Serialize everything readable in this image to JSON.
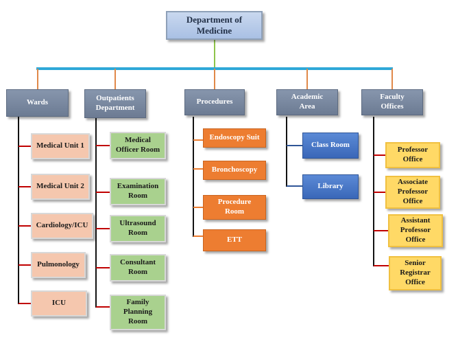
{
  "colors": {
    "root_connector": "#8ec44a",
    "main_bar": "#2ea8d8",
    "head_connector": "#e08848",
    "sub_connector": "#111111",
    "item_connector": "#c00000",
    "proc_connector": "#ed7d31",
    "acad_connector": "#2f5597"
  },
  "root": {
    "label": "Department of\nMedicine"
  },
  "departments": [
    {
      "key": "wards",
      "label": "Wards",
      "items": [
        "Medical Unit 1",
        "Medical Unit 2",
        "Cardiology/ICU",
        "Pulmonology",
        "ICU"
      ]
    },
    {
      "key": "opd",
      "label": "Outpatients\nDepartment",
      "items": [
        "Medical\nOfficer Room",
        "Examination\nRoom",
        "Ultrasound\nRoom",
        "Consultant\nRoom",
        "Family\nPlanning\nRoom"
      ]
    },
    {
      "key": "procedures",
      "label": "Procedures",
      "items": [
        "Endoscopy Suit",
        "Bronchoscopy",
        "Procedure\nRoom",
        "ETT"
      ]
    },
    {
      "key": "academic",
      "label": "Academic\nArea",
      "items": [
        "Class Room",
        "Library"
      ]
    },
    {
      "key": "faculty",
      "label": "Faculty\nOffices",
      "items": [
        "Professor\nOffice",
        "Associate\nProfessor\nOffice",
        "Assistant\nProfessor\nOffice",
        "Senior\nRegistrar\nOffice"
      ]
    }
  ]
}
